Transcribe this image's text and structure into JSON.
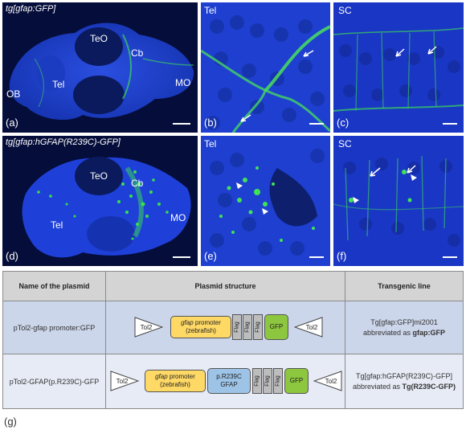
{
  "figure": {
    "colors": {
      "tissue": "#1e3fd0",
      "gfp": "#2ee04a",
      "dark": "#050d3a",
      "header": "#d4d4d4",
      "row1": "#ccd6ea",
      "row2": "#e6ebf5",
      "promoter_box": "#ffd966",
      "gfap_box": "#9dc3e6",
      "gfp_box": "#8dc63f",
      "flag_box": "#bdbdbd"
    },
    "panels": {
      "a": {
        "title": "tg[gfap:GFP]",
        "letter": "(a)",
        "labels": [
          "TeO",
          "Cb",
          "MO",
          "Tel",
          "OB"
        ]
      },
      "b": {
        "title": "Tel",
        "letter": "(b)"
      },
      "c": {
        "title": "SC",
        "letter": "(c)"
      },
      "d": {
        "title": "tg[gfap:hGFAP(R239C)-GFP]",
        "letter": "(d)",
        "labels": [
          "TeO",
          "Cb",
          "MO",
          "Tel"
        ]
      },
      "e": {
        "title": "Tel",
        "letter": "(e)"
      },
      "f": {
        "title": "SC",
        "letter": "(f)"
      }
    },
    "table": {
      "headers": [
        "Name of the plasmid",
        "Plasmid structure",
        "Transgenic line"
      ],
      "rows": [
        {
          "name": "pTol2-gfap promoter:GFP",
          "tol2_left": "Tol2",
          "promoter_gene": "gfap",
          "promoter_word": "promoter",
          "promoter_species": "(zebrafish)",
          "flags": [
            "Flag",
            "Flag",
            "Flag"
          ],
          "gfp": "GFP",
          "tol2_right": "Tol2",
          "line1": "Tg[gfap:GFP]mi2001",
          "line2_prefix": "abbreviated as",
          "line2_bold": "gfap:GFP"
        },
        {
          "name": "pTol2-GFAP(p.R239C)-GFP",
          "tol2_left": "Tol2",
          "promoter_gene": "gfap",
          "promoter_word": "promoter",
          "promoter_species": "(zebrafish)",
          "gfap_line1": "p.R239C",
          "gfap_line2": "GFAP",
          "flags": [
            "Flag",
            "Flag",
            "Flag"
          ],
          "gfp": "GFP",
          "tol2_right": "Tol2",
          "line1": "Tg[gfap:hGFAP(R239C)-GFP]",
          "line2_prefix": "abbreviated as",
          "line2_bold": "Tg(R239C-GFP)"
        }
      ]
    },
    "g_label": "(g)"
  }
}
